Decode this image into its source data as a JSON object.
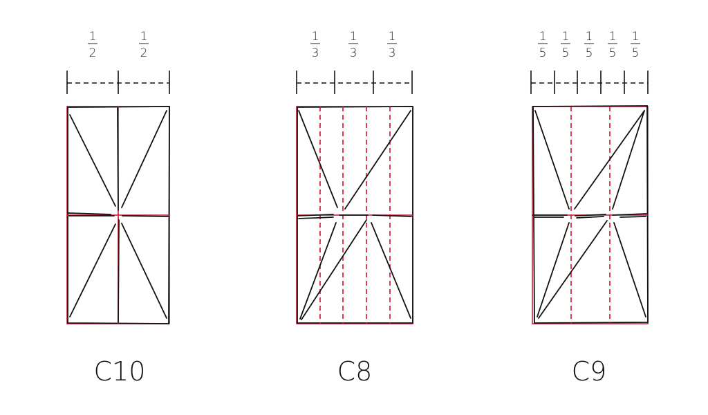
{
  "diagrams": [
    {
      "label": "C10",
      "fraction": {
        "numerator": "1",
        "denominator": "2"
      },
      "divisions": 2
    },
    {
      "label": "C8",
      "fraction": {
        "numerator": "1",
        "denominator": "3"
      },
      "divisions": 3
    },
    {
      "label": "C9",
      "fraction": {
        "numerator": "1",
        "denominator": "5"
      },
      "divisions": 5
    }
  ],
  "colors": {
    "guide": "#c8102e",
    "ink": "#111111"
  }
}
